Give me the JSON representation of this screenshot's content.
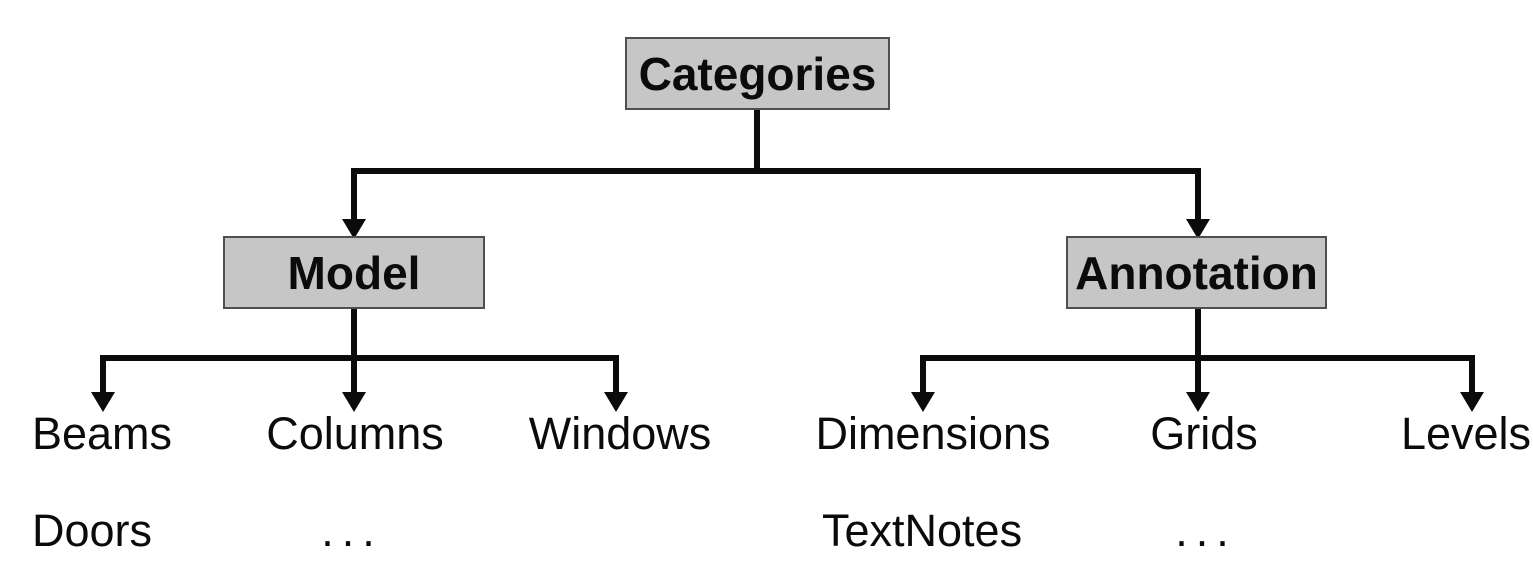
{
  "diagram": {
    "type": "tree",
    "colors": {
      "node_fill": "#c6c6c6",
      "node_border": "#4f4f4f",
      "line": "#0b0b0b",
      "text": "#0b0b0b",
      "background": "#ffffff"
    },
    "root": {
      "label": "Categories"
    },
    "branches": [
      {
        "label": "Model",
        "children": [
          "Beams",
          "Columns",
          "Windows"
        ],
        "more": [
          "Doors",
          "..."
        ]
      },
      {
        "label": "Annotation",
        "children": [
          "Dimensions",
          "Grids",
          "Levels"
        ],
        "more": [
          "TextNotes",
          "..."
        ]
      }
    ]
  }
}
